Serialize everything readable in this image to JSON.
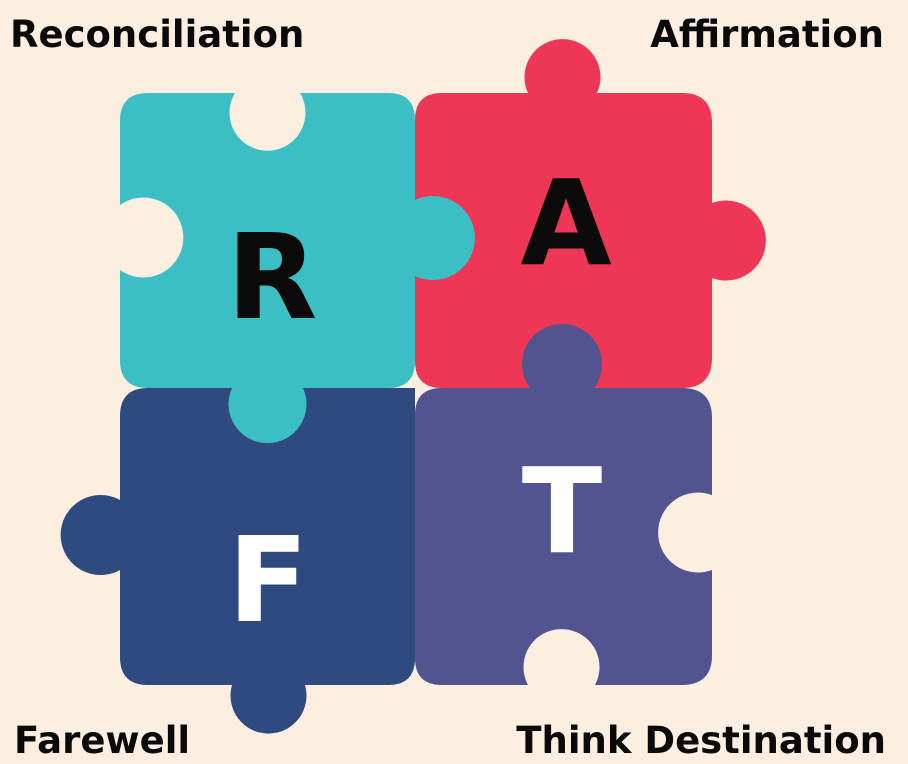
{
  "colors": {
    "background": "#FCEEE1",
    "teal": "#3CBFC4",
    "red": "#EE3656",
    "navy": "#2F4A7E",
    "purple": "#51548F",
    "letter_dark": "#0A0A0A",
    "letter_light": "#FFFFFF"
  },
  "labels": {
    "top_left": "Reconciliation",
    "top_right": "Affirmation",
    "bottom_left": "Farewell",
    "bottom_right": "Think Destination"
  },
  "pieces": [
    {
      "id": "r",
      "letter": "R",
      "color": "teal",
      "letter_color": "letter_dark",
      "position": "top-left"
    },
    {
      "id": "a",
      "letter": "A",
      "color": "red",
      "letter_color": "letter_dark",
      "position": "top-right"
    },
    {
      "id": "f",
      "letter": "F",
      "color": "navy",
      "letter_color": "letter_light",
      "position": "bottom-left"
    },
    {
      "id": "t",
      "letter": "T",
      "color": "purple",
      "letter_color": "letter_light",
      "position": "bottom-right"
    }
  ]
}
